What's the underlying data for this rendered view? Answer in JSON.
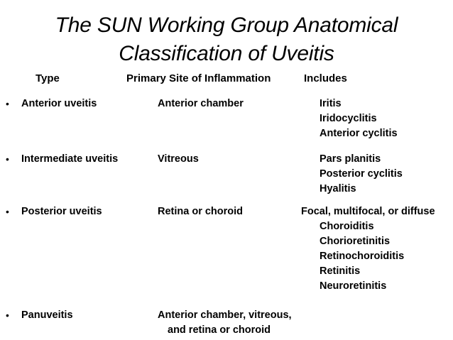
{
  "slide": {
    "title_lines": [
      "The SUN Working Group Anatomical",
      "Classification of Uveitis"
    ],
    "columns": {
      "type": "Type",
      "site": "Primary Site of Inflammation",
      "includes": "Includes"
    },
    "bullet_glyph": "•",
    "rows": [
      {
        "type": "Anterior uveitis",
        "site_lines": [
          "Anterior chamber"
        ],
        "includes": [
          "Iritis",
          "Iridocyclitis",
          "Anterior cyclitis"
        ],
        "includes_lead": null
      },
      {
        "type": "Intermediate uveitis",
        "site_lines": [
          "Vitreous"
        ],
        "includes": [
          "Pars planitis",
          "Posterior cyclitis",
          "Hyalitis"
        ],
        "includes_lead": null
      },
      {
        "type": "Posterior uveitis",
        "site_lines": [
          "Retina or choroid"
        ],
        "includes_lead": "Focal, multifocal, or diffuse",
        "includes": [
          "Choroiditis",
          "Chorioretinitis",
          "Retinochoroiditis",
          "Retinitis",
          "Neuroretinitis"
        ]
      },
      {
        "type": "Panuveitis",
        "site_lines": [
          "Anterior chamber, vitreous,",
          "and retina or choroid"
        ],
        "includes": [],
        "includes_lead": null
      }
    ],
    "colors": {
      "background": "#ffffff",
      "text": "#000000"
    }
  }
}
